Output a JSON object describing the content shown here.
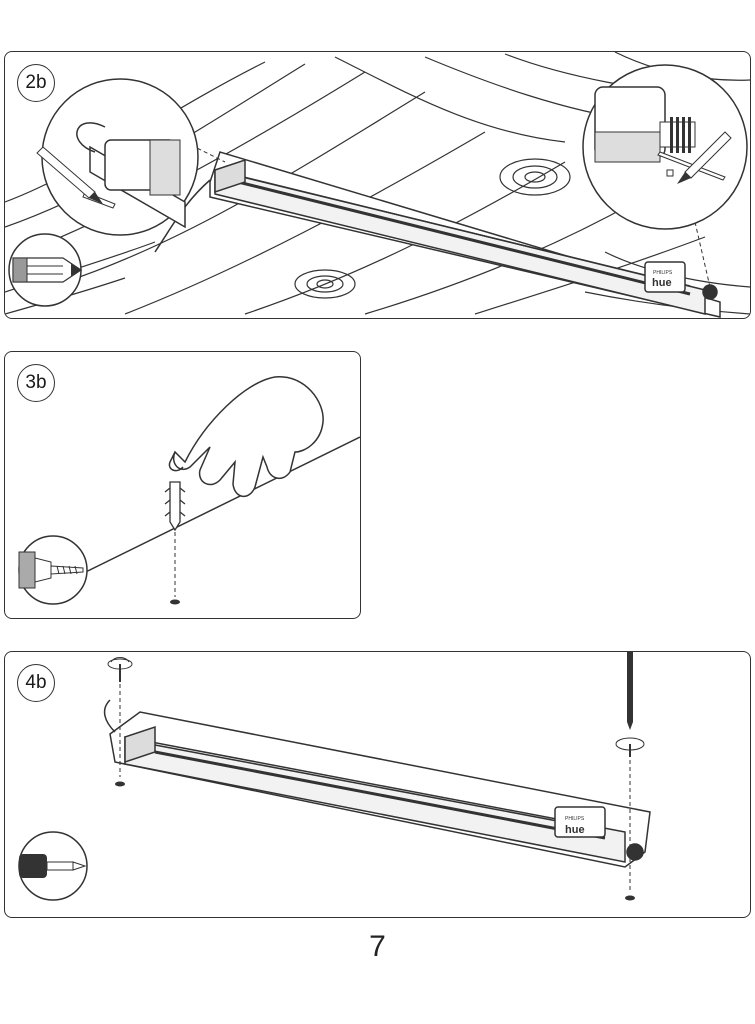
{
  "steps": [
    {
      "label": "2b"
    },
    {
      "label": "3b"
    },
    {
      "label": "4b"
    }
  ],
  "device": {
    "brand_small": "PHILIPS",
    "brand": "hue"
  },
  "icons": {
    "pencil": "pencil-icon",
    "drill": "drill-icon",
    "screwdriver": "screwdriver-icon",
    "wall_plug": "wall-plug-icon",
    "screw": "screw-icon",
    "hand": "hand-icon"
  },
  "page": {
    "number": "7"
  }
}
